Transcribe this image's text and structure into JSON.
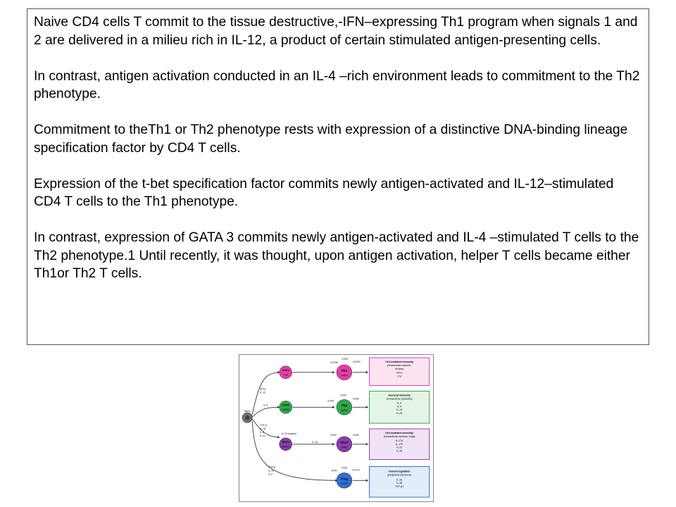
{
  "paragraphs": [
    "Naive CD4 cells T commit to the tissue destructive,-IFN–expressing Th1 program when signals 1 and 2 are delivered in a milieu rich in IL-12, a product of certain stimulated antigen-presenting cells.",
    "In contrast, antigen activation conducted in an IL-4 –rich environment leads to commitment to the Th2 phenotype.",
    "Commitment to theTh1 or Th2 phenotype rests with expression of a distinctive DNA-binding lineage specification factor by CD4 T cells.",
    "Expression of the t-bet specification factor commits newly antigen-activated and IL-12–stimulated CD4 T cells to the Th1 phenotype.",
    "In contrast, expression of GATA 3 commits newly antigen-activated and IL-4 –stimulated T cells to the Th2 phenotype.1 Until recently, it was thought, upon antigen activation, helper T cells became either Th1or Th2 T cells."
  ],
  "diagram": {
    "naive_label": "Naive",
    "colors": {
      "th1": "#e23fa6",
      "th2": "#2fa84a",
      "th17": "#8a3fa8",
      "treg": "#2f6fd0"
    },
    "lineages": [
      {
        "signals": [
          "IFN-γ",
          "IL-12"
        ],
        "precursor": [
          "STAT1",
          "T-bet"
        ],
        "cell": [
          "Th1",
          "STAT4"
        ],
        "markers": [
          "CXCR6",
          "CCR5",
          "CXCR3"
        ],
        "function": [
          "Cell-mediated immunity",
          "(intracellular bacteria,",
          "viruses)",
          "IFN-γ",
          "LTα"
        ]
      },
      {
        "signals": [
          "IL-4"
        ],
        "precursor": [
          "STAT6",
          "GATA3"
        ],
        "cell": [
          "Th2",
          "GATA3"
        ],
        "markers": [
          "CCR4",
          "CCR3",
          "CCR8"
        ],
        "function": [
          "Humoral immunity",
          "(extracellular parasites)",
          "IL-4",
          "IL-5",
          "IL-13",
          "IL-25"
        ]
      },
      {
        "signals": [
          "TGF-β",
          "IL-1β",
          "IL-6",
          "IL-21"
        ],
        "receptor": "IL-23 receptor",
        "cytokine": "IL-23",
        "precursor": [
          "STAT3",
          "RORC-2"
        ],
        "cell": [
          "Th17",
          "STAT3"
        ],
        "markers": [
          "CCR4",
          "CCR6"
        ],
        "function": [
          "Cell-mediated immunity",
          "(extracellular bacteria, fungi)",
          "IL-17A",
          "IL-17F",
          "IL-22",
          "IL-26"
        ]
      },
      {
        "signals": [
          "TGF-β",
          "IL-10",
          "IL-2"
        ],
        "cell": [
          "Treg",
          "FoxP3"
        ],
        "markers": [
          "GITR",
          "CD25",
          "CTLA-4"
        ],
        "function": [
          "Immunoregulation",
          "(peripheral tolerance)",
          "IL-10",
          "IL-35",
          "TGF-β1"
        ]
      }
    ]
  }
}
